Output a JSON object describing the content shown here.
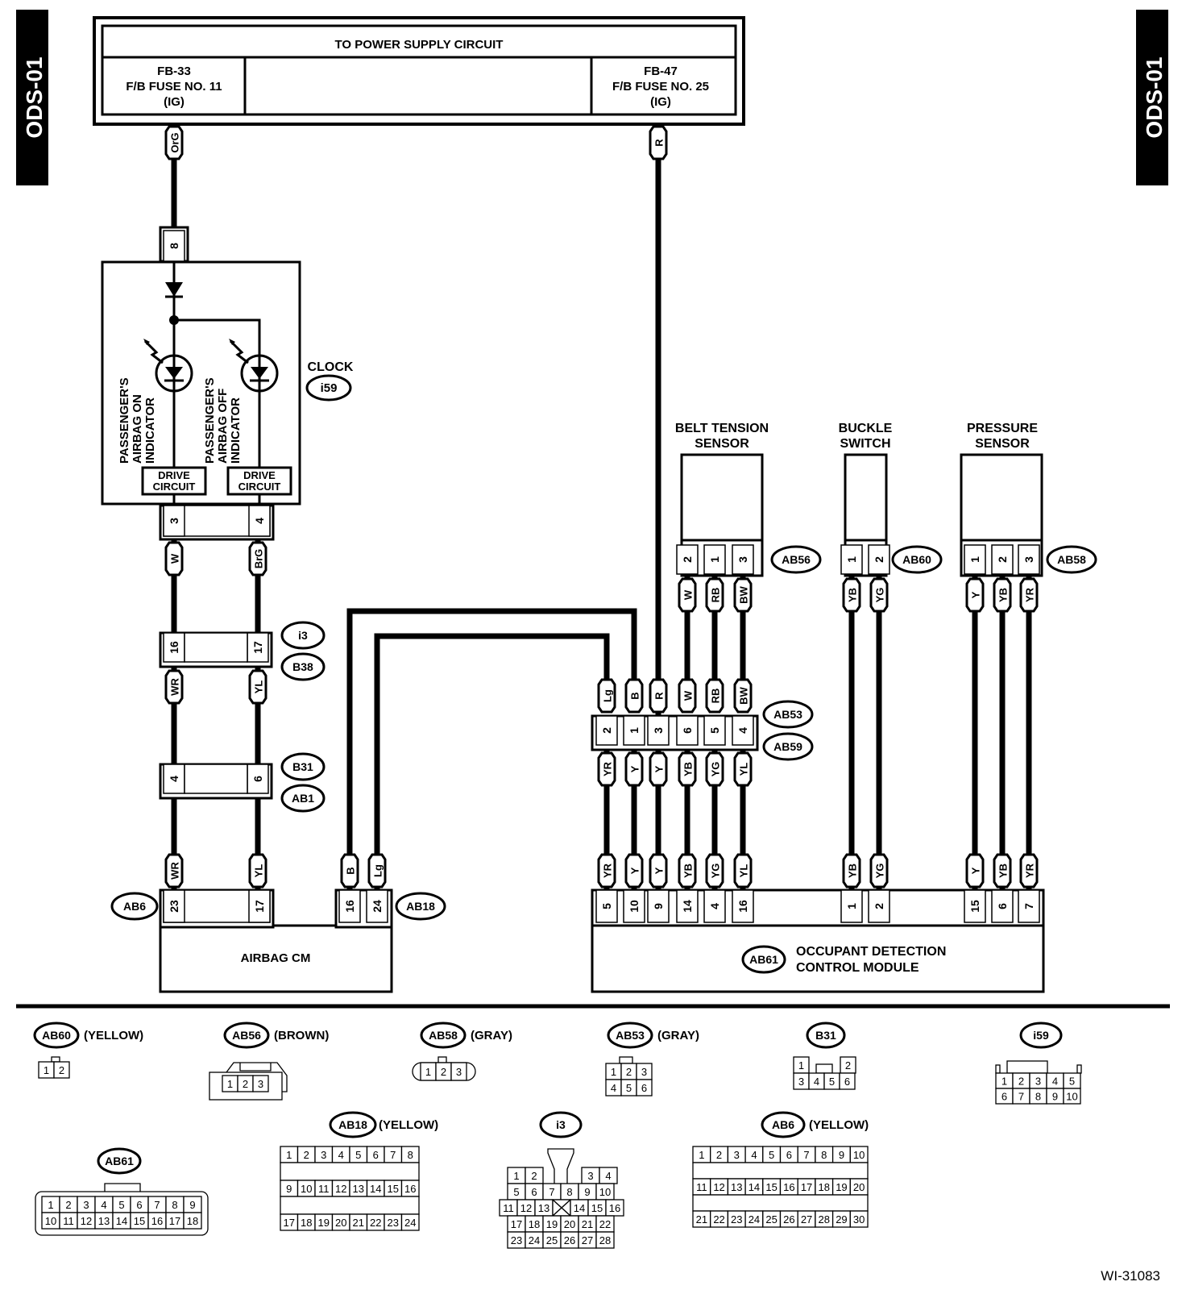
{
  "diagram": {
    "page_tab": "ODS-01",
    "figure_id": "WI-31083",
    "power_supply": {
      "title": "TO POWER SUPPLY CIRCUIT",
      "left_fuse": [
        "FB-33",
        "F/B FUSE NO. 11",
        "(IG)"
      ],
      "right_fuse": [
        "FB-47",
        "F/B FUSE NO. 25",
        "(IG)"
      ]
    },
    "clock": {
      "label": "CLOCK",
      "connector": "i59",
      "input_pin": "8",
      "indicators": [
        {
          "label": [
            "PASSENGER'S",
            "AIRBAG ON",
            "INDICATOR"
          ],
          "drive": [
            "DRIVE",
            "CIRCUIT"
          ],
          "pin": "3"
        },
        {
          "label": [
            "PASSENGER'S",
            "AIRBAG OFF",
            "INDICATOR"
          ],
          "drive": [
            "DRIVE",
            "CIRCUIT"
          ],
          "pin": "4"
        }
      ]
    },
    "wires": {
      "fuse11": "OrG",
      "fuse25": "R",
      "clk3": "W",
      "clk4": "BrG",
      "mid_left": "WR",
      "mid_right": "YL",
      "bot_left": "WR",
      "bot_right": "YL",
      "ab18_16": "B",
      "ab18_24": "Lg"
    },
    "joints": [
      {
        "pins": [
          "16",
          "17"
        ],
        "connectors": [
          "i3",
          "B38"
        ]
      },
      {
        "pins": [
          "4",
          "6"
        ],
        "connectors": [
          "B31",
          "AB1"
        ]
      }
    ],
    "airbag_cm": {
      "label": "AIRBAG CM",
      "ab6": {
        "connector": "AB6",
        "pins": [
          "23",
          "17"
        ]
      },
      "ab18": {
        "connector": "AB18",
        "pins": [
          "16",
          "24"
        ]
      }
    },
    "sensors": [
      {
        "name": [
          "BELT TENSION",
          "SENSOR"
        ],
        "connector": "AB56",
        "pins": [
          "2",
          "1",
          "3"
        ],
        "wires": [
          "W",
          "RB",
          "BW"
        ]
      },
      {
        "name": [
          "BUCKLE",
          "SWITCH"
        ],
        "connector": "AB60",
        "pins": [
          "1",
          "2"
        ],
        "wires": [
          "YB",
          "YG"
        ]
      },
      {
        "name": [
          "PRESSURE",
          "SENSOR"
        ],
        "connector": "AB58",
        "pins": [
          "1",
          "2",
          "3"
        ],
        "wires": [
          "Y",
          "YB",
          "YR"
        ]
      }
    ],
    "ab53_ab59": {
      "connectors": [
        "AB53",
        "AB59"
      ],
      "pins": [
        "2",
        "1",
        "3",
        "6",
        "5",
        "4"
      ],
      "upper_wires": [
        "Lg",
        "B",
        "R",
        "W",
        "RB",
        "BW"
      ],
      "lower_wires": [
        "YR",
        "Y",
        "Y",
        "YB",
        "YG",
        "YL"
      ]
    },
    "odcm": {
      "connector": "AB61",
      "label": [
        "OCCUPANT DETECTION",
        "CONTROL MODULE"
      ],
      "pins": [
        "5",
        "10",
        "9",
        "14",
        "4",
        "16",
        "1",
        "2",
        "15",
        "6",
        "7"
      ],
      "wires": [
        "YR",
        "Y",
        "Y",
        "YB",
        "YG",
        "YL",
        "YB",
        "YG",
        "Y",
        "YB",
        "YR"
      ]
    }
  },
  "connector_views": [
    {
      "id": "AB60",
      "color": "(YELLOW)"
    },
    {
      "id": "AB56",
      "color": "(BROWN)"
    },
    {
      "id": "AB58",
      "color": "(GRAY)"
    },
    {
      "id": "AB53",
      "color": "(GRAY)"
    },
    {
      "id": "B31",
      "color": ""
    },
    {
      "id": "i59",
      "color": ""
    },
    {
      "id": "AB61",
      "color": ""
    },
    {
      "id": "AB18",
      "color": "(YELLOW)"
    },
    {
      "id": "i3",
      "color": ""
    },
    {
      "id": "AB6",
      "color": "(YELLOW)"
    }
  ]
}
